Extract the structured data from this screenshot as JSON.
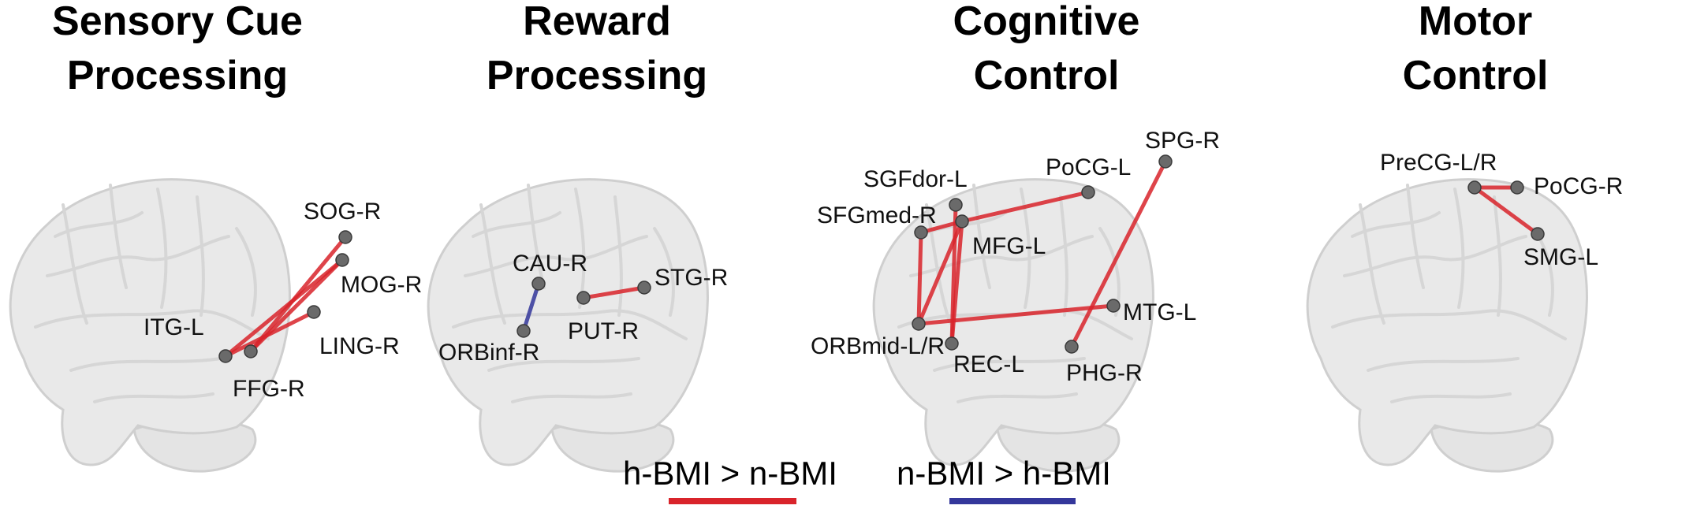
{
  "colors": {
    "increase": "#d9242b",
    "decrease": "#34379b",
    "brain_fill": "#e9e9e9",
    "node": "#6a6a6a"
  },
  "legend": {
    "increase_label": "h-BMI > n-BMI",
    "decrease_label": "n-BMI > h-BMI"
  },
  "panels": [
    {
      "id": "sensory",
      "title_lines": [
        "Sensory Cue",
        "Processing"
      ],
      "regions": {
        "sog": "SOG-R",
        "mog": "MOG-R",
        "itg": "ITG-L",
        "ling": "LING-R",
        "ffg": "FFG-R"
      },
      "connections": [
        {
          "from": "ffg",
          "to": "sog",
          "type": "increase"
        },
        {
          "from": "ffg",
          "to": "mog",
          "type": "increase"
        },
        {
          "from": "itg",
          "to": "mog",
          "type": "increase"
        },
        {
          "from": "itg",
          "to": "ling",
          "type": "increase"
        }
      ]
    },
    {
      "id": "reward",
      "title_lines": [
        "Reward",
        "Processing"
      ],
      "regions": {
        "cau": "CAU-R",
        "stg": "STG-R",
        "orbinf": "ORBinf-R",
        "put": "PUT-R"
      },
      "connections": [
        {
          "from": "cau",
          "to": "orbinf",
          "type": "decrease"
        },
        {
          "from": "put",
          "to": "stg",
          "type": "increase"
        }
      ]
    },
    {
      "id": "cognitive",
      "title_lines": [
        "Cognitive",
        "Control"
      ],
      "regions": {
        "spg": "SPG-R",
        "sgfdor": "SGFdor-L",
        "pocg": "PoCG-L",
        "sfgmed": "SFGmed-R",
        "mfg": "MFG-L",
        "mtg": "MTG-L",
        "orbmid": "ORBmid-L/R",
        "rec": "REC-L",
        "phg": "PHG-R"
      },
      "connections": [
        {
          "from": "mfg",
          "to": "pocg",
          "type": "increase"
        },
        {
          "from": "sfgmed",
          "to": "mfg",
          "type": "increase"
        },
        {
          "from": "sgfdor",
          "to": "rec",
          "type": "increase"
        },
        {
          "from": "mfg",
          "to": "orbmid",
          "type": "increase"
        },
        {
          "from": "mfg",
          "to": "rec",
          "type": "increase"
        },
        {
          "from": "sfgmed",
          "to": "orbmid",
          "type": "increase"
        },
        {
          "from": "orbmid",
          "to": "mtg",
          "type": "increase"
        },
        {
          "from": "spg",
          "to": "phg",
          "type": "increase"
        }
      ]
    },
    {
      "id": "motor",
      "title_lines": [
        "Motor",
        "Control"
      ],
      "regions": {
        "precg": "PreCG-L/R",
        "pocg": "PoCG-R",
        "smg": "SMG-L"
      },
      "connections": [
        {
          "from": "precg",
          "to": "pocg",
          "type": "increase"
        },
        {
          "from": "precg",
          "to": "smg",
          "type": "increase"
        }
      ]
    }
  ]
}
